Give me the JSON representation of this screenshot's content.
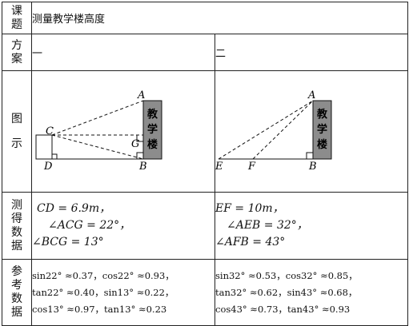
{
  "rows": {
    "topic": {
      "label_chars": [
        "课",
        "题"
      ],
      "value": "测量教学楼高度"
    },
    "plan": {
      "label_chars": [
        "方",
        "案"
      ],
      "plan1": "一",
      "plan2": "二"
    },
    "figure": {
      "label_chars": [
        "图",
        "示"
      ],
      "fig1": {
        "points": {
          "A": "A",
          "B": "B",
          "C": "C",
          "D": "D",
          "G": "G"
        },
        "building_chars": [
          "教",
          "学",
          "楼"
        ]
      },
      "fig2": {
        "points": {
          "A": "A",
          "B": "B",
          "E": "E",
          "F": "F"
        },
        "building_chars": [
          "教",
          "学",
          "楼"
        ]
      }
    },
    "measured": {
      "label_chars": [
        "测",
        "得",
        "数",
        "据"
      ],
      "plan1": [
        "CD = 6.9m，",
        "∠ACG = 22°，",
        "∠BCG = 13°"
      ],
      "plan2": [
        "EF = 10m，",
        "∠AEB = 32°，",
        "∠AFB = 43°"
      ]
    },
    "reference": {
      "label_chars": [
        "参",
        "考",
        "数",
        "据"
      ],
      "plan1": [
        "sin22° ≈0.37，cos22° ≈0.93，",
        "tan22° ≈0.40，sin13° ≈0.22，",
        "cos13° ≈0.97，tan13° ≈0.23"
      ],
      "plan2": [
        "sin32° ≈0.53，cos32° ≈0.85，",
        "tan32° ≈0.62，sin43° ≈0.68，",
        "cos43° ≈0.73，tan43° ≈0.93"
      ]
    }
  },
  "colors": {
    "building_fill": "#8c8c8c",
    "border": "#222222"
  }
}
